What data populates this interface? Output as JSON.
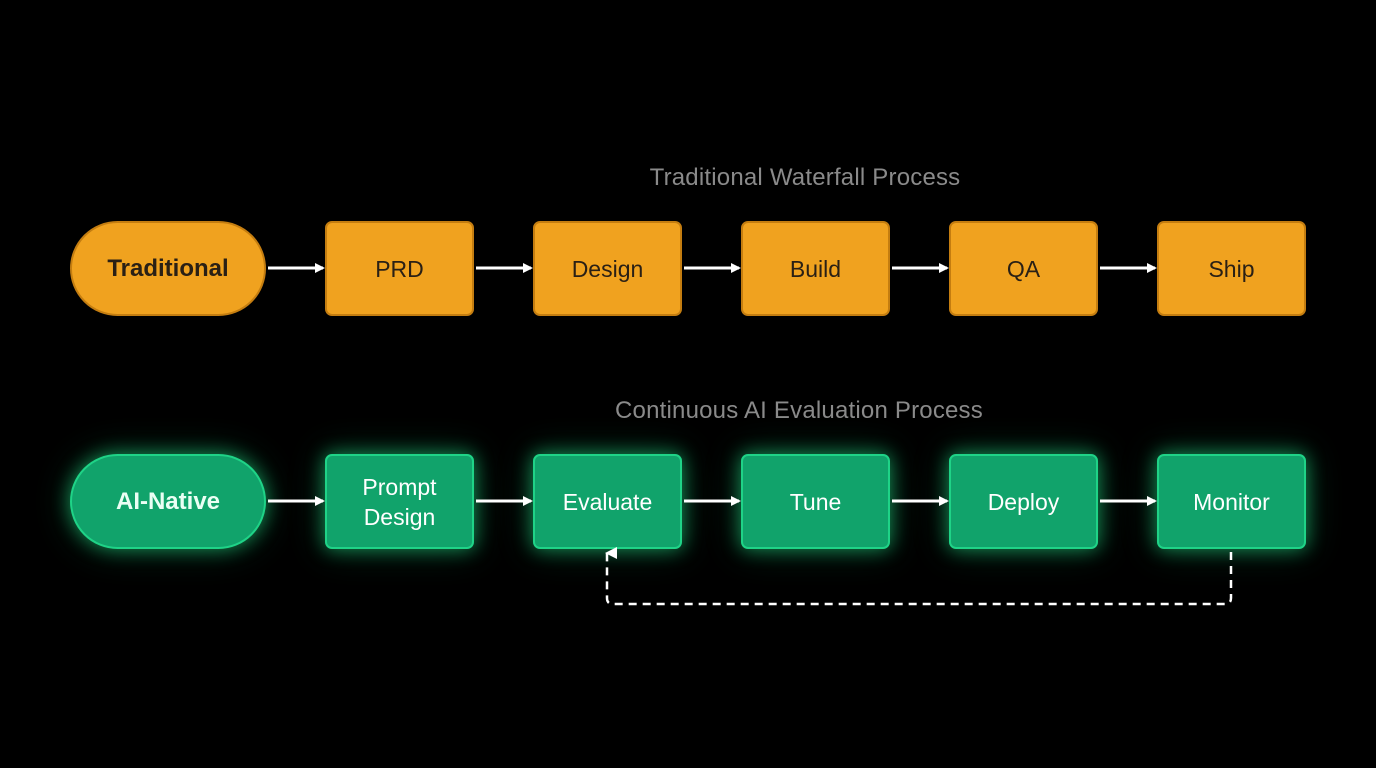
{
  "traditional": {
    "title": "Traditional Waterfall Process",
    "start_label": "Traditional",
    "steps": [
      "PRD",
      "Design",
      "Build",
      "QA",
      "Ship"
    ]
  },
  "ai_native": {
    "title": "Continuous AI Evaluation Process",
    "start_label": "AI-Native",
    "steps": [
      "Prompt\nDesign",
      "Evaluate",
      "Tune",
      "Deploy",
      "Monitor"
    ],
    "feedback_loop": {
      "from": "Monitor",
      "to": "Evaluate"
    }
  },
  "colors": {
    "background": "#000000",
    "traditional_fill": "#f0a21f",
    "ai_fill": "#11a36b",
    "ai_glow": "#22e68c",
    "arrow": "#ffffff",
    "title_text": "#8a8a8a"
  }
}
